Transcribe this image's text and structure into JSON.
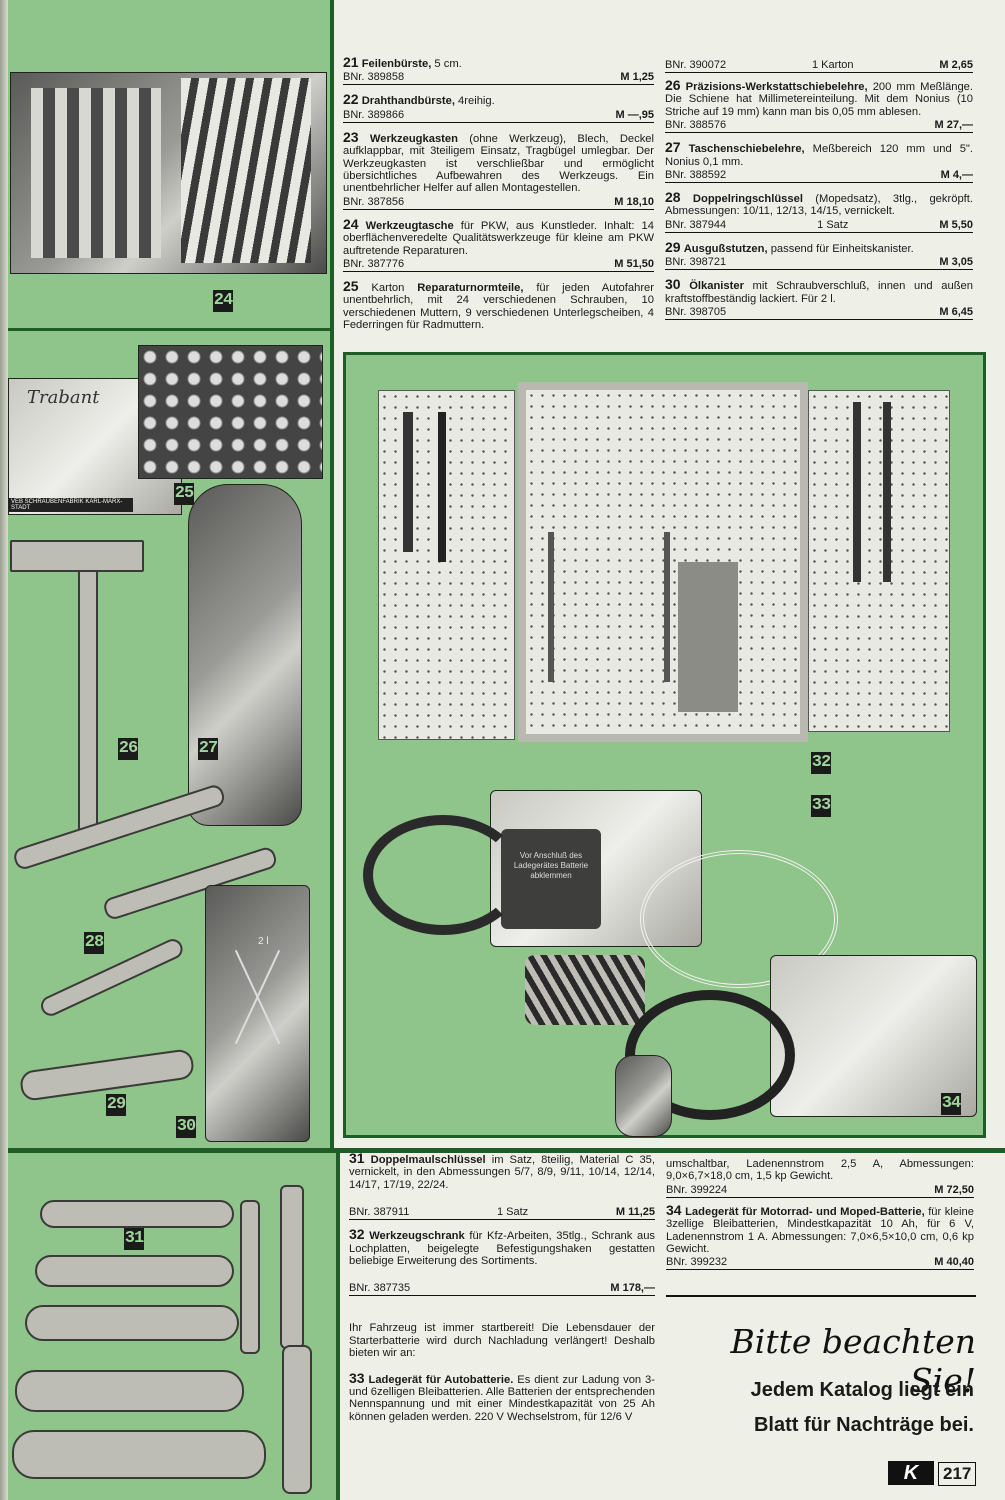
{
  "items_top_left": [
    {
      "lead": "21",
      "name": "Feilenbürste,",
      "desc": " 5 cm.",
      "order": "BNr. 389858",
      "qty": "",
      "price": "M 1,25"
    },
    {
      "lead": "22",
      "name": "Drahthandbürste,",
      "desc": " 4reihig.",
      "order": "BNr. 389866",
      "qty": "",
      "price": "M —,95"
    },
    {
      "lead": "23",
      "name": "Werkzeugkasten",
      "desc": " (ohne Werkzeug), Blech, Deckel aufklappbar, mit 3teiligem Einsatz, Tragbügel umlegbar. Der Werkzeugkasten ist verschließbar und ermöglicht übersichtliches Aufbewahren des Werkzeugs. Ein unentbehrlicher Helfer auf allen Montagestellen.",
      "order": "BNr. 387856",
      "qty": "",
      "price": "M 18,10"
    },
    {
      "lead": "24",
      "name": "Werkzeugtasche",
      "desc": " für PKW, aus Kunstleder. Inhalt: 14 oberflächenveredelte Qualitätswerkzeuge für kleine am PKW auftretende Reparaturen.",
      "order": "BNr. 387776",
      "qty": "",
      "price": "M 51,50"
    },
    {
      "lead": "25",
      "name": "Reparaturnormteile,",
      "desc": " für jeden Autofahrer unentbehrlich, mit 24 verschiedenen Schrauben, 10 verschiedenen Muttern, 9 verschiedenen Unterlegscheiben, 4 Federringen für Radmuttern.",
      "prefix": "Karton ",
      "order": "",
      "qty": "",
      "price": ""
    }
  ],
  "items_top_right": {
    "carry_row": {
      "order": "BNr. 390072",
      "qty": "1 Karton",
      "price": "M 2,65"
    },
    "items": [
      {
        "lead": "26",
        "name": "Präzisions-Werkstattschiebelehre,",
        "desc": " 200 mm Meßlänge. Die Schiene hat Millimetereinteilung. Mit dem Nonius (10 Striche auf 19 mm) kann man bis 0,05 mm ablesen.",
        "order": "BNr. 388576",
        "qty": "",
        "price": "M 27,—"
      },
      {
        "lead": "27",
        "name": "Taschenschiebelehre,",
        "desc": " Meßbereich 120 mm und 5\". Nonius 0,1 mm.",
        "order": "BNr. 388592",
        "qty": "",
        "price": "M 4,—"
      },
      {
        "lead": "28",
        "name": "Doppelringschlüssel",
        "desc": " (Mopedsatz), 3tlg., gekröpft. Abmessungen: 10/11, 12/13, 14/15, vernickelt.",
        "order": "BNr. 387944",
        "qty": "1 Satz",
        "price": "M 5,50"
      },
      {
        "lead": "29",
        "name": "Ausgußstutzen,",
        "desc": " passend für Einheitskanister.",
        "order": "BNr. 398721",
        "qty": "",
        "price": "M 3,05"
      },
      {
        "lead": "30",
        "name": "Ölkanister",
        "desc": " mit Schraubverschluß, innen und außen kraftstoffbeständig lackiert. Für 2 l.",
        "order": "BNr. 398705",
        "qty": "",
        "price": "M 6,45"
      }
    ]
  },
  "items_bottom_mid": [
    {
      "lead": "31",
      "name": "Doppelmaulschlüssel",
      "desc": " im Satz, 8teilig, Material C 35, vernickelt, in den Abmessungen 5/7, 8/9, 9/11, 10/14, 12/14, 14/17, 17/19, 22/24.",
      "order": "BNr. 387911",
      "qty": "1 Satz",
      "price": "M 11,25"
    },
    {
      "lead": "32",
      "name": "Werkzeugschrank",
      "desc": " für Kfz-Arbeiten, 35tlg., Schrank aus Lochplatten, beigelegte Befestigungshaken gestatten beliebige Erweiterung des Sortiments.",
      "order": "BNr. 387735",
      "qty": "",
      "price": "M 178,—"
    }
  ],
  "battery_intro": "Ihr Fahrzeug ist immer startbereit! Die Lebensdauer der Starterbatterie wird durch Nachladung verlängert! Deshalb bieten wir an:",
  "item33": {
    "lead": "33",
    "name": "Ladegerät für Autobatterie.",
    "desc": " Es dient zur Ladung von 3- und 6zelligen Bleibatterien. Alle Batterien der entsprechenden Nennspannung und mit einer Mindestkapazität von 25 Ah können geladen werden. 220 V Wechselstrom, für 12/6 V"
  },
  "item33_cont": {
    "desc": "umschaltbar, Ladenennstrom 2,5 A, Abmessungen: 9,0×6,7×18,0 cm, 1,5 kp Gewicht.",
    "order": "BNr. 399224",
    "price": "M 72,50"
  },
  "item34": {
    "lead": "34",
    "name": "Ladegerät für Motorrad- und Moped-Batterie,",
    "desc": " für kleine 3zellige Bleibatterien, Mindestkapazität 10 Ah, für 6 V, Ladenennstrom 1 A. Abmessungen: 7,0×6,5×10,0 cm, 0,6 kp Gewicht.",
    "order": "BNr. 399232",
    "price": "M 40,40"
  },
  "notice": {
    "title": "Bitte beachten Sie!",
    "line1": "Jedem Katalog liegt ein",
    "line2": "Blatt für Nachträge bei."
  },
  "photo_labels": {
    "n24": "24",
    "n25": "25",
    "n26": "26",
    "n27": "27",
    "n28": "28",
    "n29": "29",
    "n30": "30",
    "n31": "31",
    "n32": "32",
    "n33": "33",
    "n34": "34"
  },
  "box_brand": "Trabant",
  "box_maker": "VEB SCHRAUBENFABRIK KARL-MARX-STADT",
  "can_label": "2 l",
  "charger_label": "Vor Anschluß des Ladegerätes Batterie abklemmen",
  "footer": {
    "logo": "K",
    "page": "217"
  }
}
